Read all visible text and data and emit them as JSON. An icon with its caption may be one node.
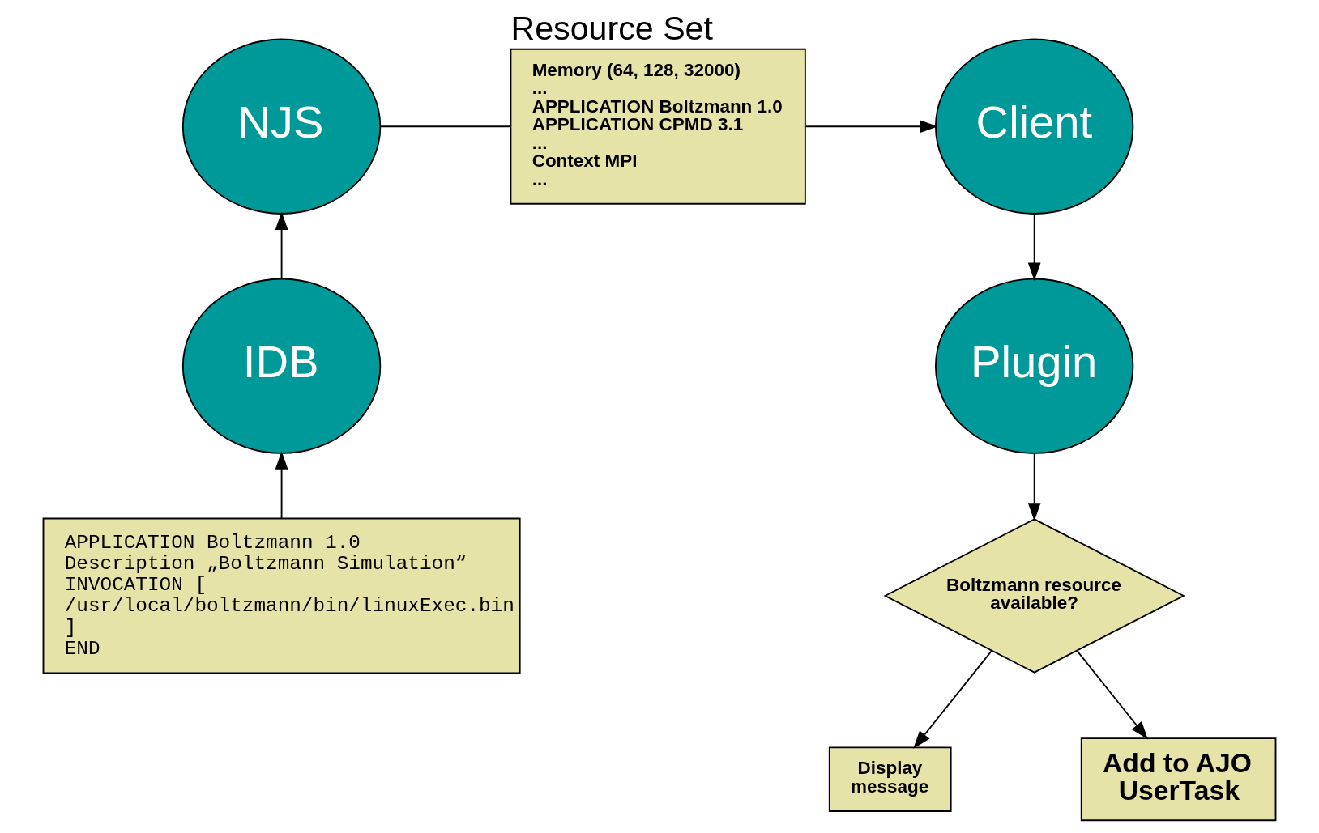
{
  "diagram": {
    "nodes": [
      {
        "text": [
          "Client"
        ]
      },
      {
        "text": [
          "Memory (64, 128, 32000)",
          "...",
          "APPLICATION Boltzmann 1.0",
          "APPLICATION CPMD 3.1",
          "...",
          "Context MPI",
          "..."
        ],
        "beside": [
          "Resource Set"
        ]
      },
      {
        "text": [
          "NJS"
        ]
      },
      {
        "text": [
          "Plugin"
        ]
      },
      {
        "text": [
          "IDB"
        ]
      },
      {
        "text": [
          "Boltzmann resource available?"
        ]
      },
      {
        "text": [
          "Display message"
        ]
      },
      {
        "text": [
          "Add to AJO UserTask"
        ]
      },
      {
        "text": [
          "APPLICATION Boltzmann 1.0",
          "Description „Boltzmann Simulation“",
          "INVOCATION [",
          "/usr/local/boltzmann/bin/linuxExec.bin",
          "]",
          "END"
        ]
      }
    ],
    "edges": [
      {
        "from": 1,
        "to": 0,
        "arrow": "to"
      },
      {
        "from": 2,
        "to": 1,
        "arrow": "none"
      },
      {
        "from": 0,
        "to": 3,
        "arrow": "to"
      },
      {
        "from": 3,
        "to": 5,
        "arrow": "to"
      },
      {
        "from": 5,
        "to": 6,
        "arrow": "to"
      },
      {
        "from": 5,
        "to": 7,
        "arrow": "to"
      },
      {
        "from": 4,
        "to": 2,
        "arrow": "to"
      },
      {
        "from": 8,
        "to": 4,
        "arrow": "to"
      }
    ]
  }
}
